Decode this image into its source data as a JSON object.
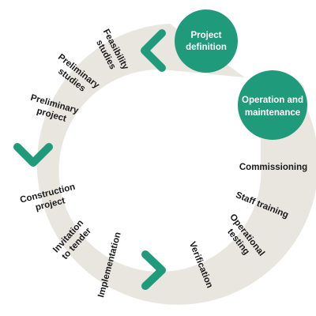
{
  "colors": {
    "ring": "#e8e6df",
    "accent": "#1f9a7a",
    "text": "#1a1a1a",
    "node_text": "#ffffff"
  },
  "nodes": {
    "project_definition": {
      "line1": "Project",
      "line2": "definition"
    },
    "operation_maintenance": {
      "line1": "Operation and",
      "line2": "maintenance"
    }
  },
  "stages": {
    "feasibility": {
      "line1": "Feasibility",
      "line2": "studies"
    },
    "preliminary_studies": {
      "line1": "Preliminary",
      "line2": "studies"
    },
    "preliminary_project": {
      "line1": "Preliminary",
      "line2": "project"
    },
    "construction_project": {
      "line1": "Construction",
      "line2": "project"
    },
    "invitation_tender": {
      "line1": "Invitation",
      "line2": "to tender"
    },
    "implementation": {
      "line1": "Implementation"
    },
    "verification": {
      "line1": "Verification"
    },
    "operational_testing": {
      "line1": "Operational",
      "line2": "testing"
    },
    "staff_training": {
      "line1": "Staff training"
    },
    "commissioning": {
      "line1": "Commissioning"
    }
  },
  "icons": {
    "top": "chevron-left-icon",
    "left": "chevron-down-icon",
    "bottom": "chevron-right-icon"
  }
}
